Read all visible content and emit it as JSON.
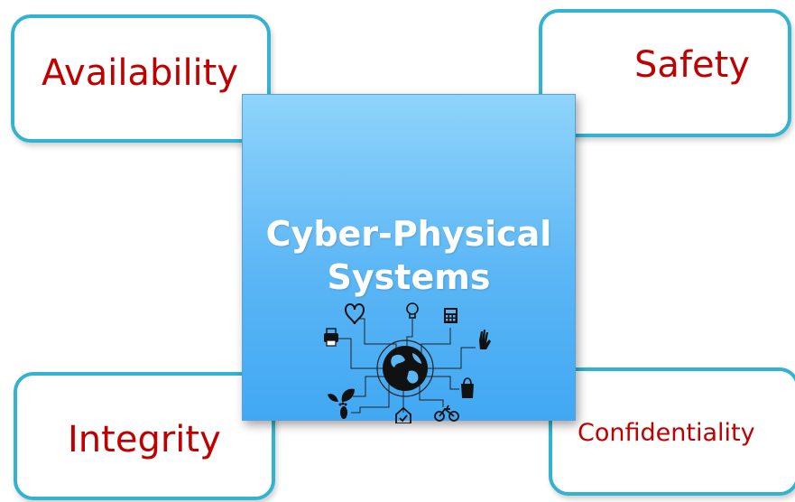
{
  "diagram": {
    "center": {
      "line1": "Cyber-Physical",
      "line2": "Systems"
    },
    "corners": {
      "top_left": "Availability",
      "top_right": "Safety",
      "bottom_left": "Integrity",
      "bottom_right": "Confidentiality"
    },
    "colors": {
      "box_border": "#31b3d1",
      "label_text": "#c00000",
      "center_fill_top": "#8fd4fb",
      "center_fill_bottom": "#41a8f3",
      "center_text": "#ffffff"
    },
    "icons": [
      "globe-icon",
      "heart-icon",
      "lightbulb-icon",
      "calculator-icon",
      "hand-icon",
      "printer-icon",
      "shopping-bag-icon",
      "leaf-icon",
      "footprint-icon",
      "house-check-icon",
      "bicycle-icon"
    ]
  }
}
